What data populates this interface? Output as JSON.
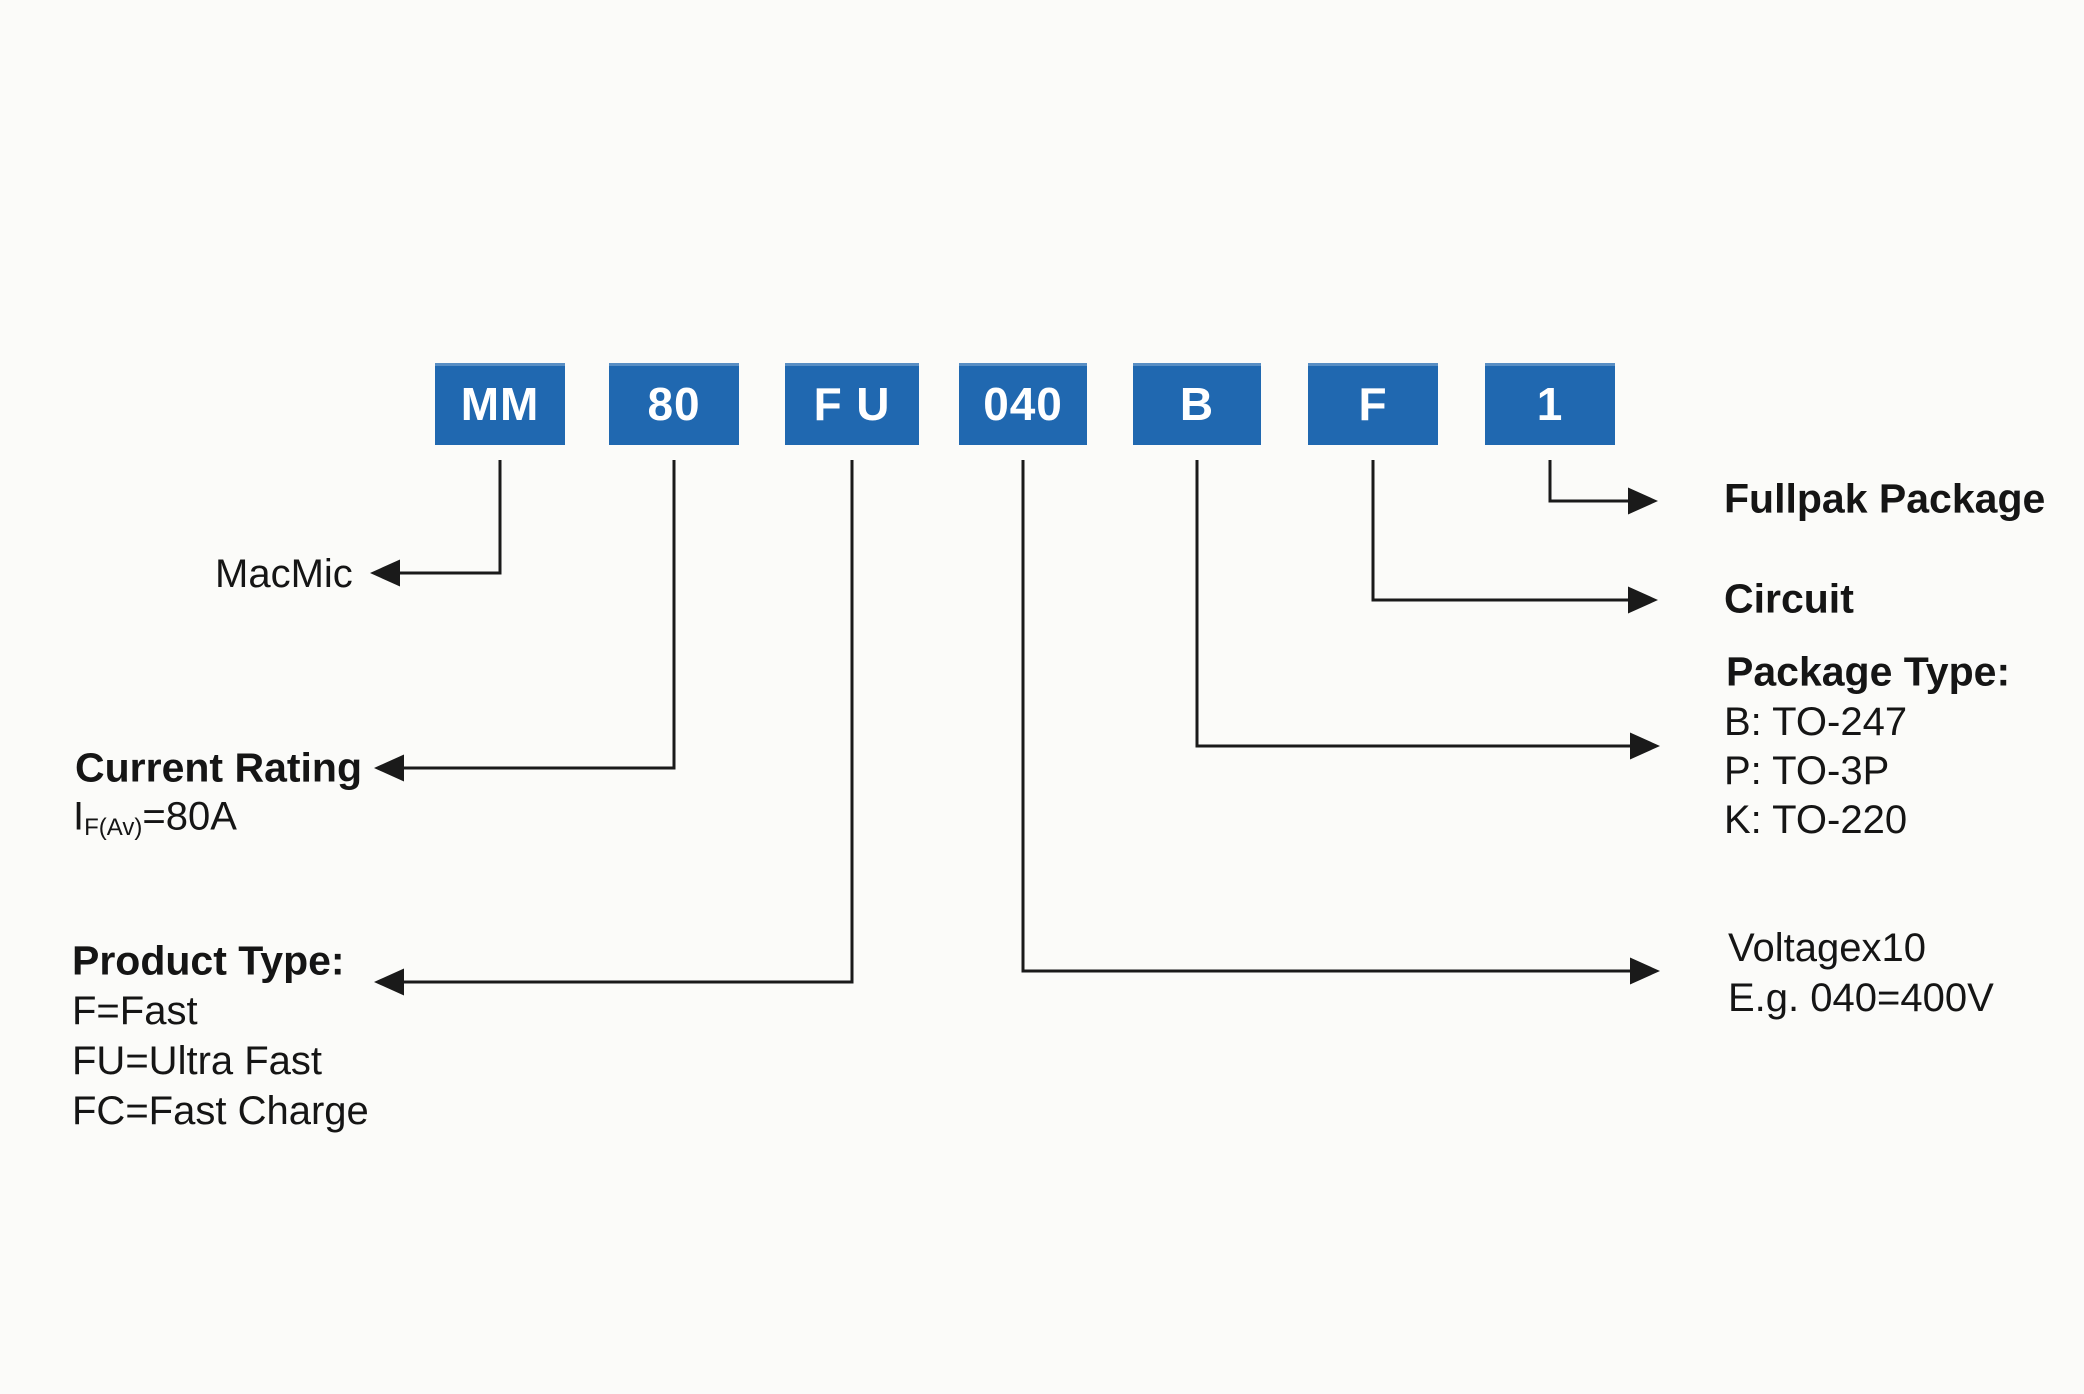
{
  "diagram": {
    "title_semantic": "part-number-ordering-diagram",
    "part_code_boxes": [
      {
        "label": "MM"
      },
      {
        "label": "80"
      },
      {
        "label": "F U"
      },
      {
        "label": "040"
      },
      {
        "label": "B"
      },
      {
        "label": "F"
      },
      {
        "label": "1"
      }
    ],
    "callouts": {
      "macmic": "MacMic",
      "current_rating": {
        "title": "Current Rating",
        "symbol": "I",
        "subscript": "F(Av)",
        "value": "=80A"
      },
      "product_type": {
        "title": "Product Type:",
        "options": [
          "F=Fast",
          "FU=Ultra Fast",
          "FC=Fast Charge"
        ]
      },
      "voltage": {
        "line1": "Voltagex10",
        "line2": "E.g. 040=400V"
      },
      "package_type": {
        "title": "Package Type:",
        "options": [
          "B: TO-247",
          "P: TO-3P",
          "K: TO-220"
        ]
      },
      "circuit": "Circuit",
      "fullpak_package": "Fullpak Package"
    },
    "colors": {
      "box_blue": "#2068b0",
      "line_black": "#1a1a1a",
      "background": "#fbfbf9"
    }
  }
}
